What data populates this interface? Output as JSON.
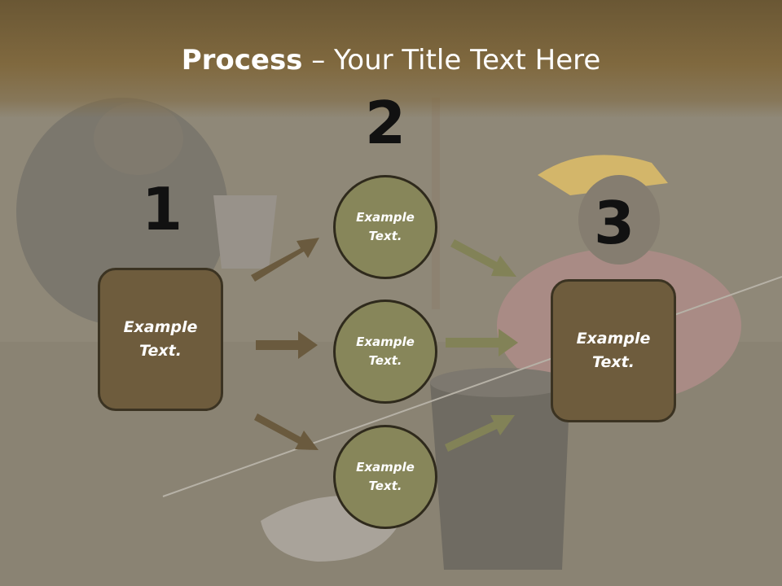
{
  "title": {
    "bold": "Process",
    "rest": " – Your Title Text Here"
  },
  "steps": {
    "one": "1",
    "two": "2",
    "three": "3"
  },
  "left_box": {
    "line1": "Example",
    "line2": "Text."
  },
  "right_box": {
    "line1": "Example",
    "line2": "Text."
  },
  "circles": [
    {
      "line1": "Example",
      "line2": "Text."
    },
    {
      "line1": "Example",
      "line2": "Text."
    },
    {
      "line1": "Example",
      "line2": "Text."
    }
  ],
  "colors": {
    "box_fill": "#6e5c3d",
    "circle_fill": "#87865a",
    "left_arrow": "#6a5a3e",
    "right_arrow": "#828257",
    "title_band": "#6a5734"
  },
  "background": "photo of children gardening in soil (faded)"
}
